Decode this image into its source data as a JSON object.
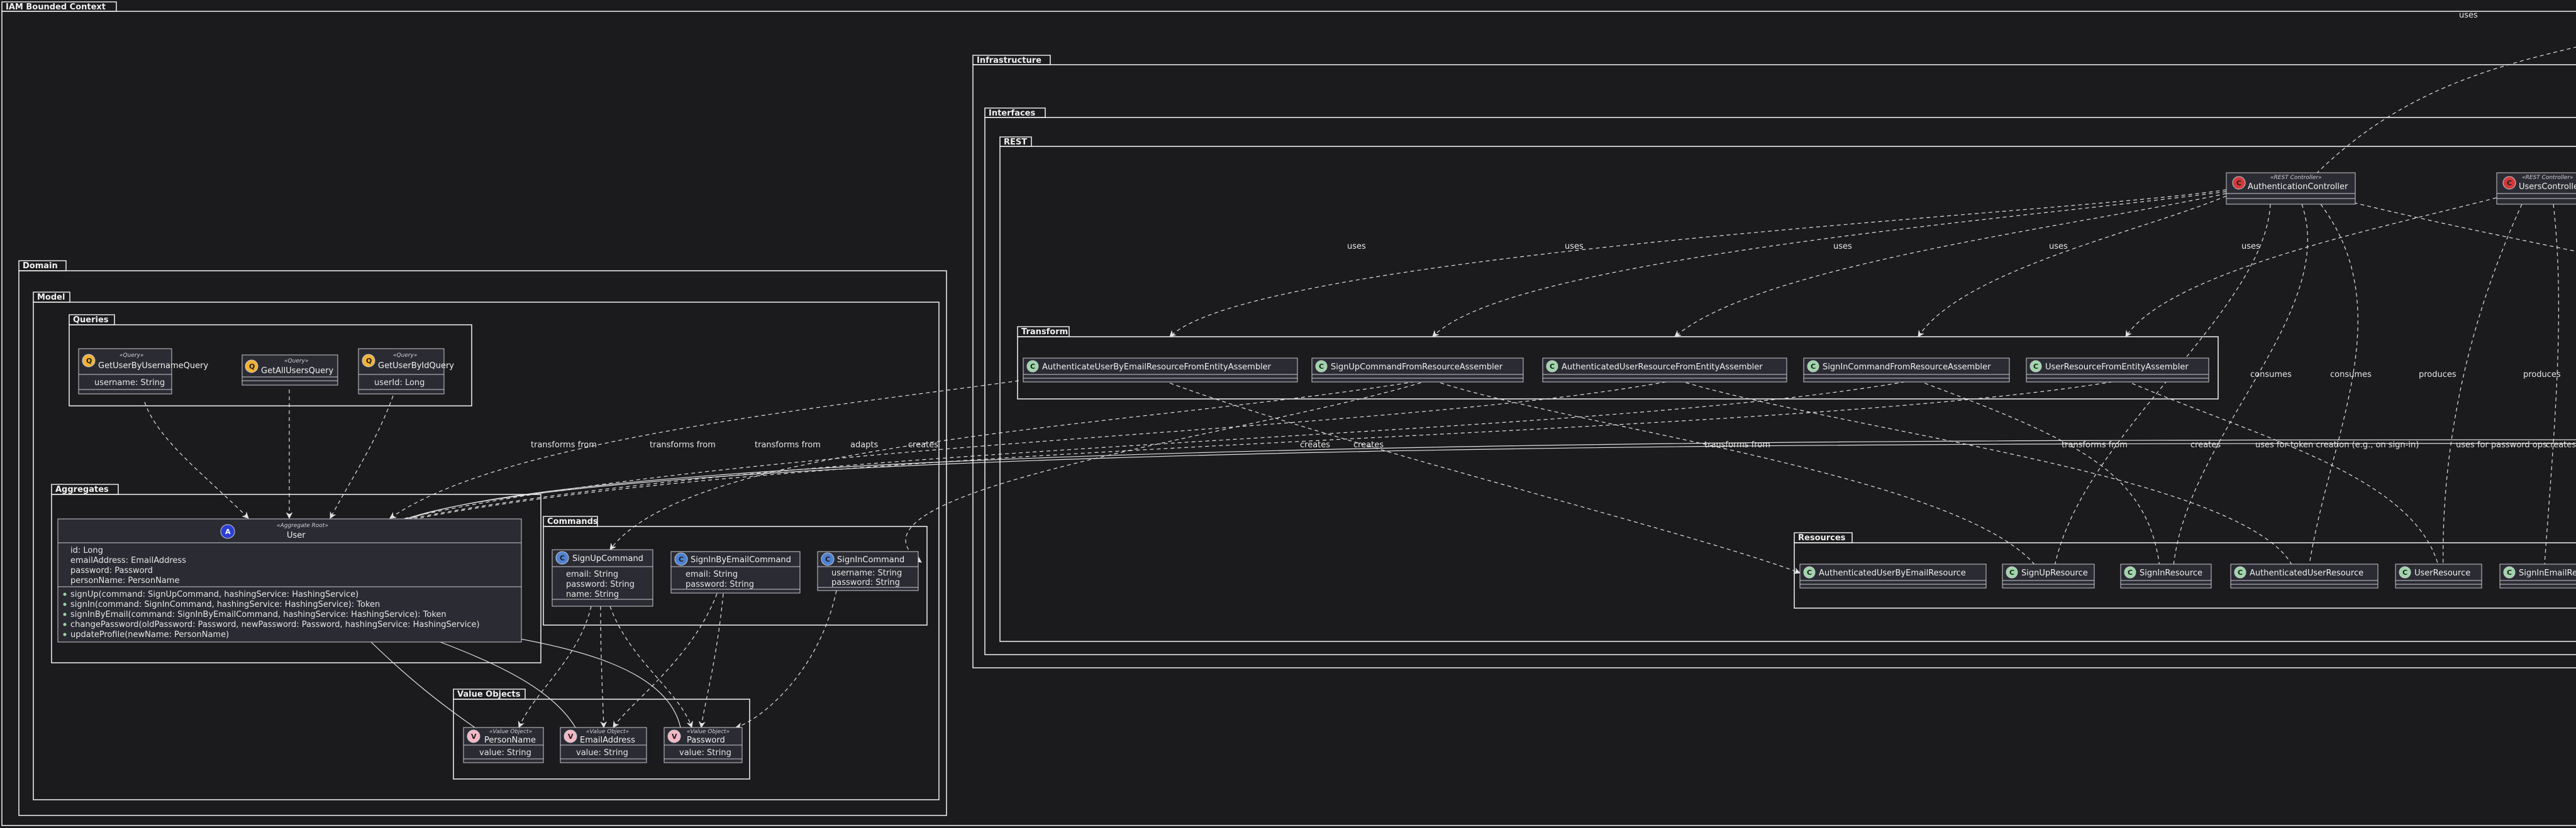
{
  "diagram": {
    "packages": {
      "iam": "IAM Bounded Context",
      "infrastructure": "Infrastructure",
      "interfaces": "Interfaces",
      "rest": "REST",
      "transform": "Transform",
      "resources": "Resources",
      "domain": "Domain",
      "model": "Model",
      "queries": "Queries",
      "aggregates": "Aggregates",
      "commands": "Commands",
      "value_objects": "Value Objects"
    },
    "controllers": {
      "authentication": {
        "stereotype": "«REST Controller»",
        "name": "AuthenticationController"
      },
      "users": {
        "stereotype": "«REST Controller»",
        "name": "UsersController"
      }
    },
    "assemblers": [
      "AuthenticateUserByEmailResourceFromEntityAssembler",
      "SignUpCommandFromResourceAssembler",
      "AuthenticatedUserResourceFromEntityAssembler",
      "SignInCommandFromResourceAssembler",
      "UserResourceFromEntityAssembler"
    ],
    "resources": [
      "AuthenticatedUserByEmailResource",
      "SignUpResource",
      "SignInResource",
      "AuthenticatedUserResource",
      "UserResource",
      "SignInEmailResource"
    ],
    "queries": {
      "by_username": {
        "stereotype": "«Query»",
        "name": "GetUserByUsernameQuery",
        "attrs": [
          "username: String"
        ]
      },
      "all": {
        "stereotype": "«Query»",
        "name": "GetAllUsersQuery",
        "attrs": []
      },
      "by_id": {
        "stereotype": "«Query»",
        "name": "GetUserByIdQuery",
        "attrs": [
          "userId: Long"
        ]
      }
    },
    "aggregate": {
      "stereotype": "«Aggregate Root»",
      "name": "User",
      "attrs": [
        "id: Long",
        "emailAddress: EmailAddress",
        "password: Password",
        "personName: PersonName"
      ],
      "methods": [
        "signUp(command: SignUpCommand, hashingService: HashingService)",
        "signIn(command: SignInCommand, hashingService: HashingService): Token",
        "signInByEmail(command: SignInByEmailCommand, hashingService: HashingService): Token",
        "changePassword(oldPassword: Password, newPassword: Password, hashingService: HashingService)",
        "updateProfile(newName: PersonName)"
      ]
    },
    "commands": {
      "signup": {
        "name": "SignUpCommand",
        "attrs": [
          "email: String",
          "password: String",
          "name: String"
        ]
      },
      "signin_email": {
        "name": "SignInByEmailCommand",
        "attrs": [
          "email: String",
          "password: String"
        ]
      },
      "signin": {
        "name": "SignInCommand",
        "attrs": [
          "username: String",
          "password: String"
        ]
      }
    },
    "value_objects": {
      "person_name": {
        "stereotype": "«Value Object»",
        "name": "PersonName",
        "attrs": [
          "value: String"
        ]
      },
      "email_address": {
        "stereotype": "«Value Object»",
        "name": "EmailAddress",
        "attrs": [
          "value: String"
        ]
      },
      "password": {
        "stereotype": "«Value Object»",
        "name": "Password",
        "attrs": [
          "value: String"
        ]
      }
    },
    "edge_labels": {
      "uses": "uses",
      "consumes": "consumes",
      "produces": "produces",
      "transforms_from": "transforms from",
      "creates": "creates",
      "adapts": "adapts",
      "token_creation": "uses for token creation (e.g., on sign-in)",
      "password_ops": "uses for password ops"
    },
    "badges": {
      "class": "C",
      "query": "Q",
      "aggregate": "A",
      "value_object": "V"
    },
    "colors": {
      "background": "#1b1b1d",
      "class_badge": "#4f82d1",
      "controller_badge": "#d23a3a",
      "assembler_badge": "#9ed6a8",
      "query_badge": "#f0b237",
      "aggregate_badge": "#2b3fd6",
      "value_object_badge": "#f3b7c4"
    }
  }
}
